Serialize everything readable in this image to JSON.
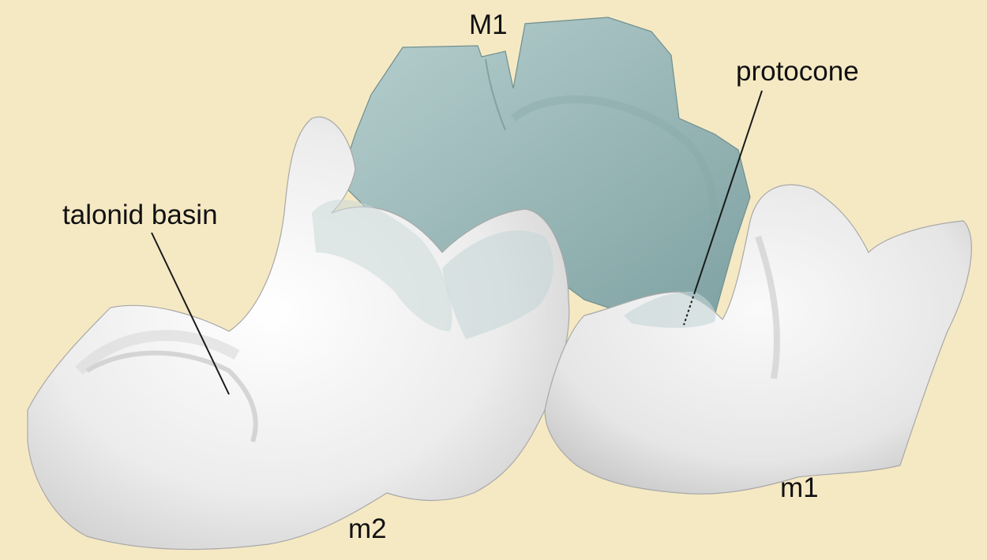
{
  "figure": {
    "labels": {
      "upper_molar": "M1",
      "cusp": "protocone",
      "basin": "talonid basin",
      "lower_molar_2": "m2",
      "lower_molar_1": "m1"
    }
  },
  "colors": {
    "background": "#f5e9c4",
    "upper_tooth": "#9fbcbc",
    "lower_tooth": "#f0f0f0",
    "outline": "#1a1a1a"
  }
}
